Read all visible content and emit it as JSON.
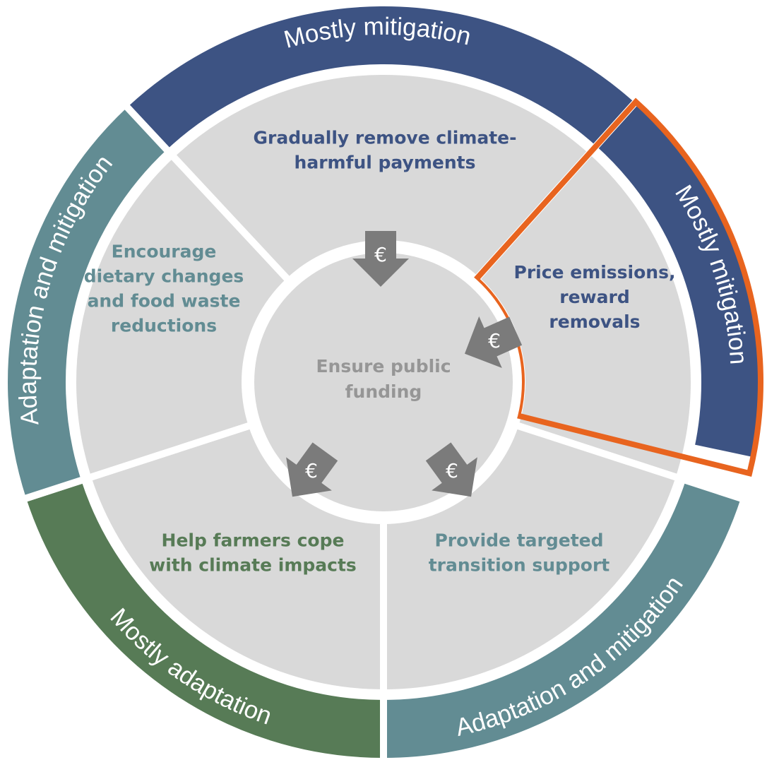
{
  "colors": {
    "navy": "#3d5383",
    "teal": "#628c93",
    "green": "#577b56",
    "segment_fill": "#d9d9d9",
    "arrow": "#7b7b7b",
    "highlight": "#e8641f",
    "center_text": "#969696"
  },
  "center": {
    "lines": [
      "Ensure public",
      "funding"
    ]
  },
  "currency_symbol": "€",
  "segments": [
    {
      "id": "top",
      "lines": [
        "Gradually remove climate-",
        "harmful payments"
      ],
      "text_color": "#3d5383",
      "ring_label": "Mostly mitigation",
      "ring_color": "#3d5383",
      "highlighted": false
    },
    {
      "id": "right",
      "lines": [
        "Price emissions,",
        "reward",
        "removals"
      ],
      "text_color": "#3d5383",
      "ring_label": "Mostly mitigation",
      "ring_color": "#3d5383",
      "highlighted": true
    },
    {
      "id": "bottom-right",
      "lines": [
        "Provide targeted",
        "transition support"
      ],
      "text_color": "#628c93",
      "ring_label": "Adaptation and mitigation",
      "ring_color": "#628c93",
      "highlighted": false
    },
    {
      "id": "bottom-left",
      "lines": [
        "Help farmers cope",
        "with climate impacts"
      ],
      "text_color": "#577b56",
      "ring_label": "Mostly adaptation",
      "ring_color": "#577b56",
      "highlighted": false
    },
    {
      "id": "left",
      "lines": [
        "Encourage",
        "dietary changes",
        "and food waste",
        "reductions"
      ],
      "text_color": "#628c93",
      "ring_label": "Adaptation and mitigation",
      "ring_color": "#628c93",
      "highlighted": false
    }
  ]
}
